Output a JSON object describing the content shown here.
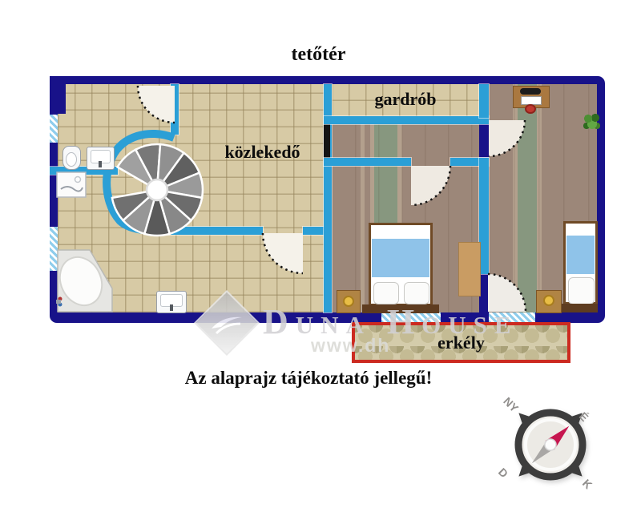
{
  "title": "tetőtér",
  "disclaimer": "Az alaprajz tájékoztató jellegű!",
  "rooms": {
    "kozlekedo": "közlekedő",
    "gardrob": "gardrób",
    "erkely": "erkély"
  },
  "watermark": {
    "brand": "Duna House",
    "url": "www.dh"
  },
  "compass": {
    "nw": "NY",
    "ne": "É",
    "sw": "D",
    "se": "K"
  },
  "colors": {
    "exterior_wall": "#181289",
    "interior_wall": "#2b9fd6",
    "tile_floor": "#d7caa5",
    "wood_floor": "#9c8779",
    "bed_blanket": "#8fc3e9",
    "balcony_border": "#cc2a20",
    "compass_needle": "#c6164f"
  },
  "fixtures": [
    "spiral-staircase",
    "toilet",
    "sink",
    "washing-machine",
    "corner-bathtub",
    "double-bed",
    "single-bed",
    "nightstand",
    "desk",
    "office-chair",
    "plant",
    "wardrobe"
  ]
}
